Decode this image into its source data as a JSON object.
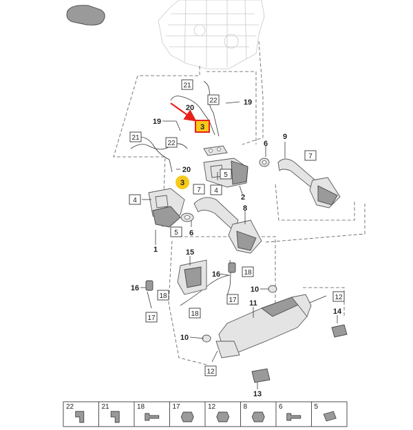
{
  "callouts": {
    "c1": "1",
    "c2": "2",
    "c3a": "3",
    "c3b": "3",
    "c4a": "4",
    "c4b": "4",
    "c5a": "5",
    "c5b": "5",
    "c6a": "6",
    "c6b": "6",
    "c7a": "7",
    "c7b": "7",
    "c8": "8",
    "c9": "9",
    "c10a": "10",
    "c10b": "10",
    "c11": "11",
    "c12a": "12",
    "c12b": "12",
    "c13": "13",
    "c14": "14",
    "c15": "15",
    "c16a": "16",
    "c16b": "16",
    "c17a": "17",
    "c17b": "17",
    "c18a": "18",
    "c18b": "18",
    "c19a": "19",
    "c19b": "19",
    "c20a": "20",
    "c20b": "20",
    "c21a": "21",
    "c21b": "21",
    "c22a": "22",
    "c22b": "22"
  },
  "legend": [
    "22",
    "21",
    "18",
    "17",
    "12",
    "8",
    "6",
    "5"
  ],
  "colors": {
    "highlight": "#f6c91a",
    "arrow": "#e8201a"
  }
}
